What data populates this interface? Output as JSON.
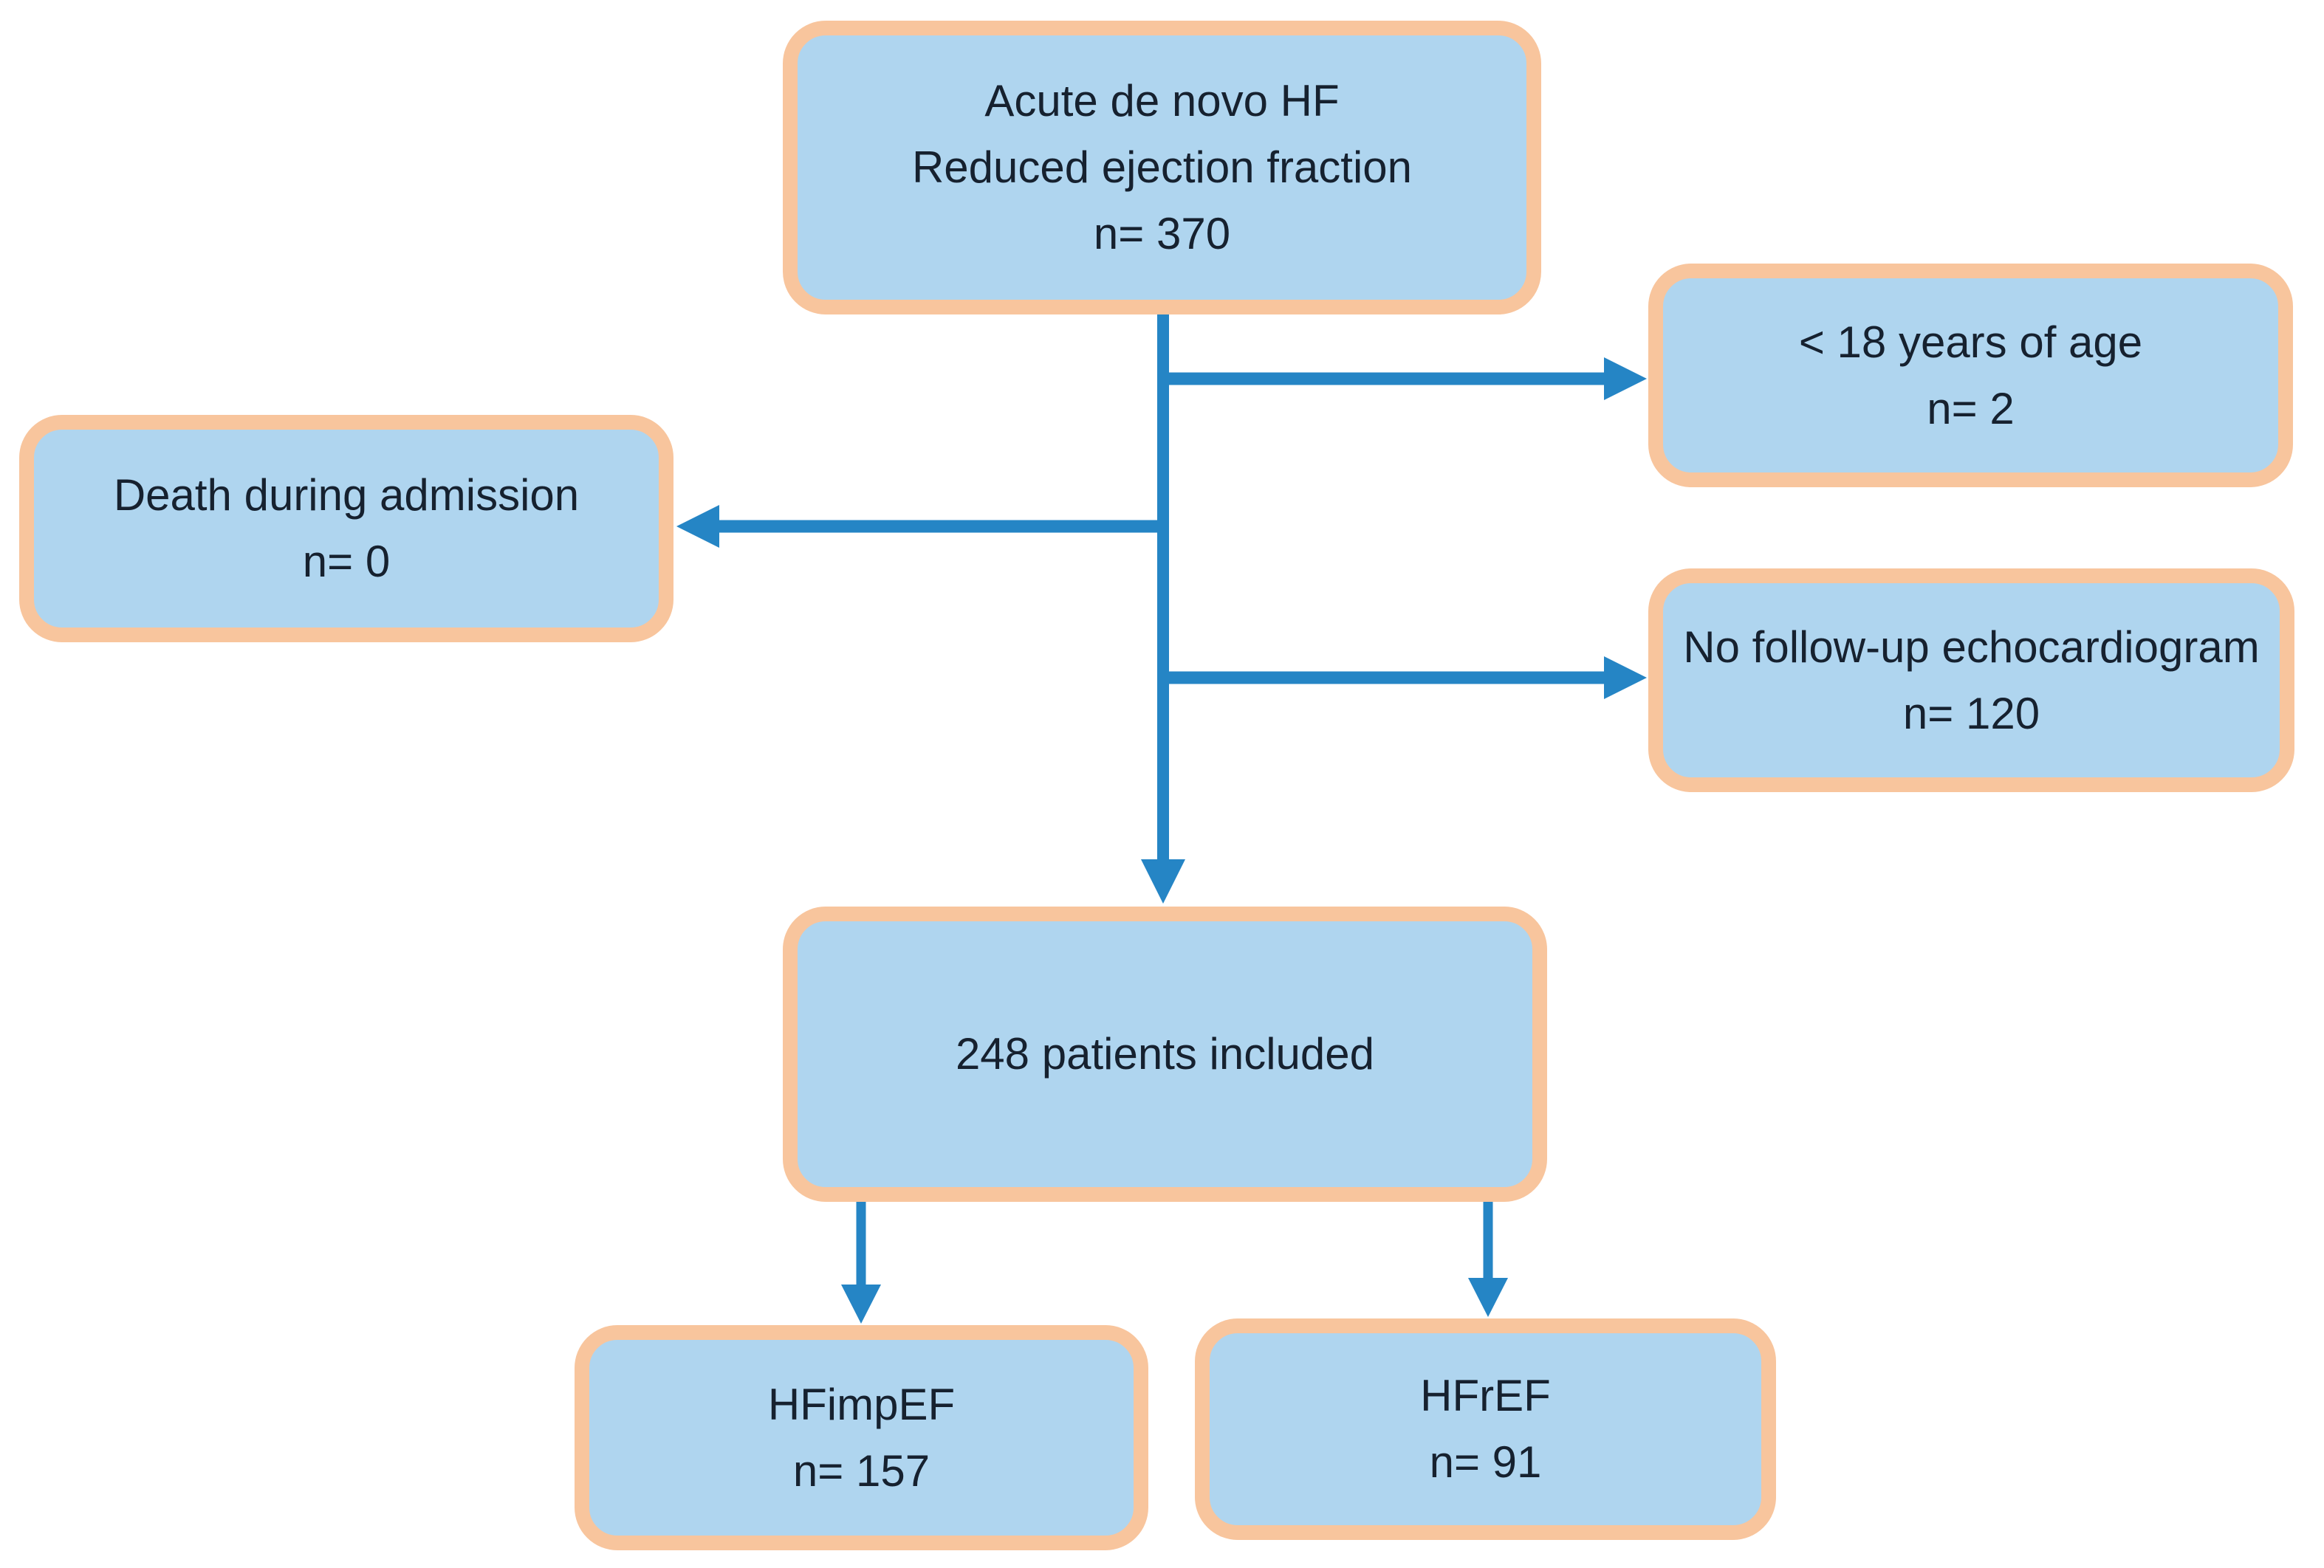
{
  "diagram": {
    "colors": {
      "box_fill": "#AFD5EF",
      "box_border": "#F8C59D",
      "arrow": "#2585C5",
      "text": "#16212F",
      "background": "#FFFFFF"
    },
    "nodes": {
      "source": {
        "lines": [
          "Acute de novo HF",
          "Reduced ejection fraction",
          "n= 370"
        ]
      },
      "excluded_age": {
        "lines": [
          "< 18 years of age",
          "n= 2"
        ]
      },
      "excluded_death": {
        "lines": [
          "Death during admission",
          "n= 0"
        ]
      },
      "excluded_echo": {
        "lines": [
          "No follow-up echocardiogram",
          "n= 120"
        ]
      },
      "included": {
        "lines": [
          "248 patients included"
        ]
      },
      "hfimpef": {
        "lines": [
          "HFimpEF",
          "n= 157"
        ]
      },
      "hfref": {
        "lines": [
          "HFrEF",
          "n= 91"
        ]
      }
    }
  }
}
